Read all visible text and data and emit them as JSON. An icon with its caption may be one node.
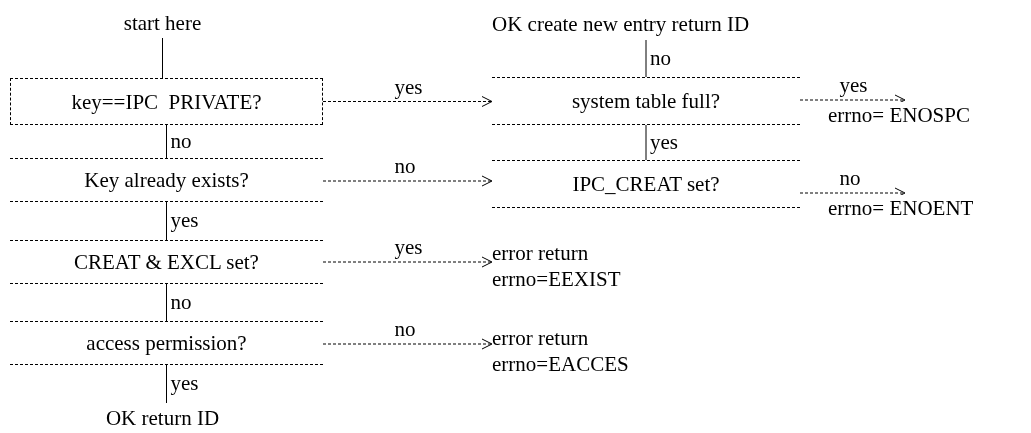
{
  "diagram": {
    "nodes": [
      {
        "text": [
          "start here"
        ]
      },
      {
        "text": [
          "key==IPC  PRIVATE?"
        ]
      },
      {
        "text": [
          "Key already exists?"
        ]
      },
      {
        "text": [
          "CREAT & EXCL set?"
        ]
      },
      {
        "text": [
          "access permission?"
        ]
      },
      {
        "text": [
          "OK return ID"
        ]
      },
      {
        "text": [
          "OK create new entry return ID"
        ]
      },
      {
        "text": [
          "system table full?"
        ]
      },
      {
        "text": [
          "IPC_CREAT set?"
        ]
      },
      {
        "text": [
          "errno= ENOSPC"
        ]
      },
      {
        "text": [
          "errno= ENOENT"
        ]
      },
      {
        "text": [
          "error return errno=EEXIST"
        ]
      },
      {
        "text": [
          "error return errno=EACCES"
        ]
      }
    ],
    "edges": [
      {
        "from": 0,
        "to": 1,
        "arrow": "none"
      },
      {
        "from": 1,
        "to": 2,
        "arrow": "none",
        "label": "no"
      },
      {
        "from": 2,
        "to": 3,
        "arrow": "none",
        "label": "yes"
      },
      {
        "from": 3,
        "to": 4,
        "arrow": "none",
        "label": "no"
      },
      {
        "from": 4,
        "to": 5,
        "arrow": "none",
        "label": "yes"
      },
      {
        "from": 1,
        "to": 7,
        "arrow": "to",
        "label": "yes",
        "style": "dashed"
      },
      {
        "from": 2,
        "to": 8,
        "arrow": "to",
        "label": "no",
        "style": "dashed"
      },
      {
        "from": 3,
        "to": 11,
        "arrow": "to",
        "label": "yes",
        "style": "dashed"
      },
      {
        "from": 4,
        "to": 12,
        "arrow": "to",
        "label": "no",
        "style": "dashed"
      },
      {
        "from": 7,
        "to": 6,
        "arrow": "none",
        "label": "no"
      },
      {
        "from": 7,
        "to": 8,
        "arrow": "none",
        "label": "yes"
      },
      {
        "from": 7,
        "to": 9,
        "arrow": "to",
        "label": "yes",
        "style": "dashed"
      },
      {
        "from": 8,
        "to": 10,
        "arrow": "to",
        "label": "no",
        "style": "dashed"
      }
    ]
  }
}
